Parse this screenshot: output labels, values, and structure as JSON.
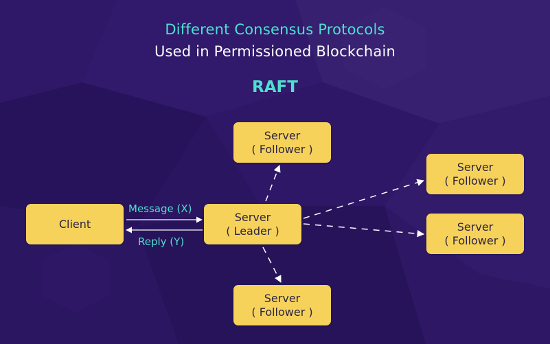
{
  "title": {
    "line1": "Different Consensus Protocols",
    "line2": "Used in Permissioned Blockchain"
  },
  "protocol_label": "RAFT",
  "nodes": {
    "client": {
      "line1": "Client"
    },
    "leader": {
      "line1": "Server",
      "line2": "( Leader )"
    },
    "follower_top": {
      "line1": "Server",
      "line2": "( Follower )"
    },
    "follower_right_1": {
      "line1": "Server",
      "line2": "( Follower )"
    },
    "follower_right_2": {
      "line1": "Server",
      "line2": "( Follower )"
    },
    "follower_bottom": {
      "line1": "Server",
      "line2": "( Follower )"
    }
  },
  "edges": {
    "message_label": "Message (X)",
    "reply_label": "Reply (Y)"
  },
  "colors": {
    "background": "#2a1560",
    "accent": "#4fe0cf",
    "node_fill": "#f6d25b",
    "node_text": "#2b2540",
    "arrow": "#ffffff"
  }
}
